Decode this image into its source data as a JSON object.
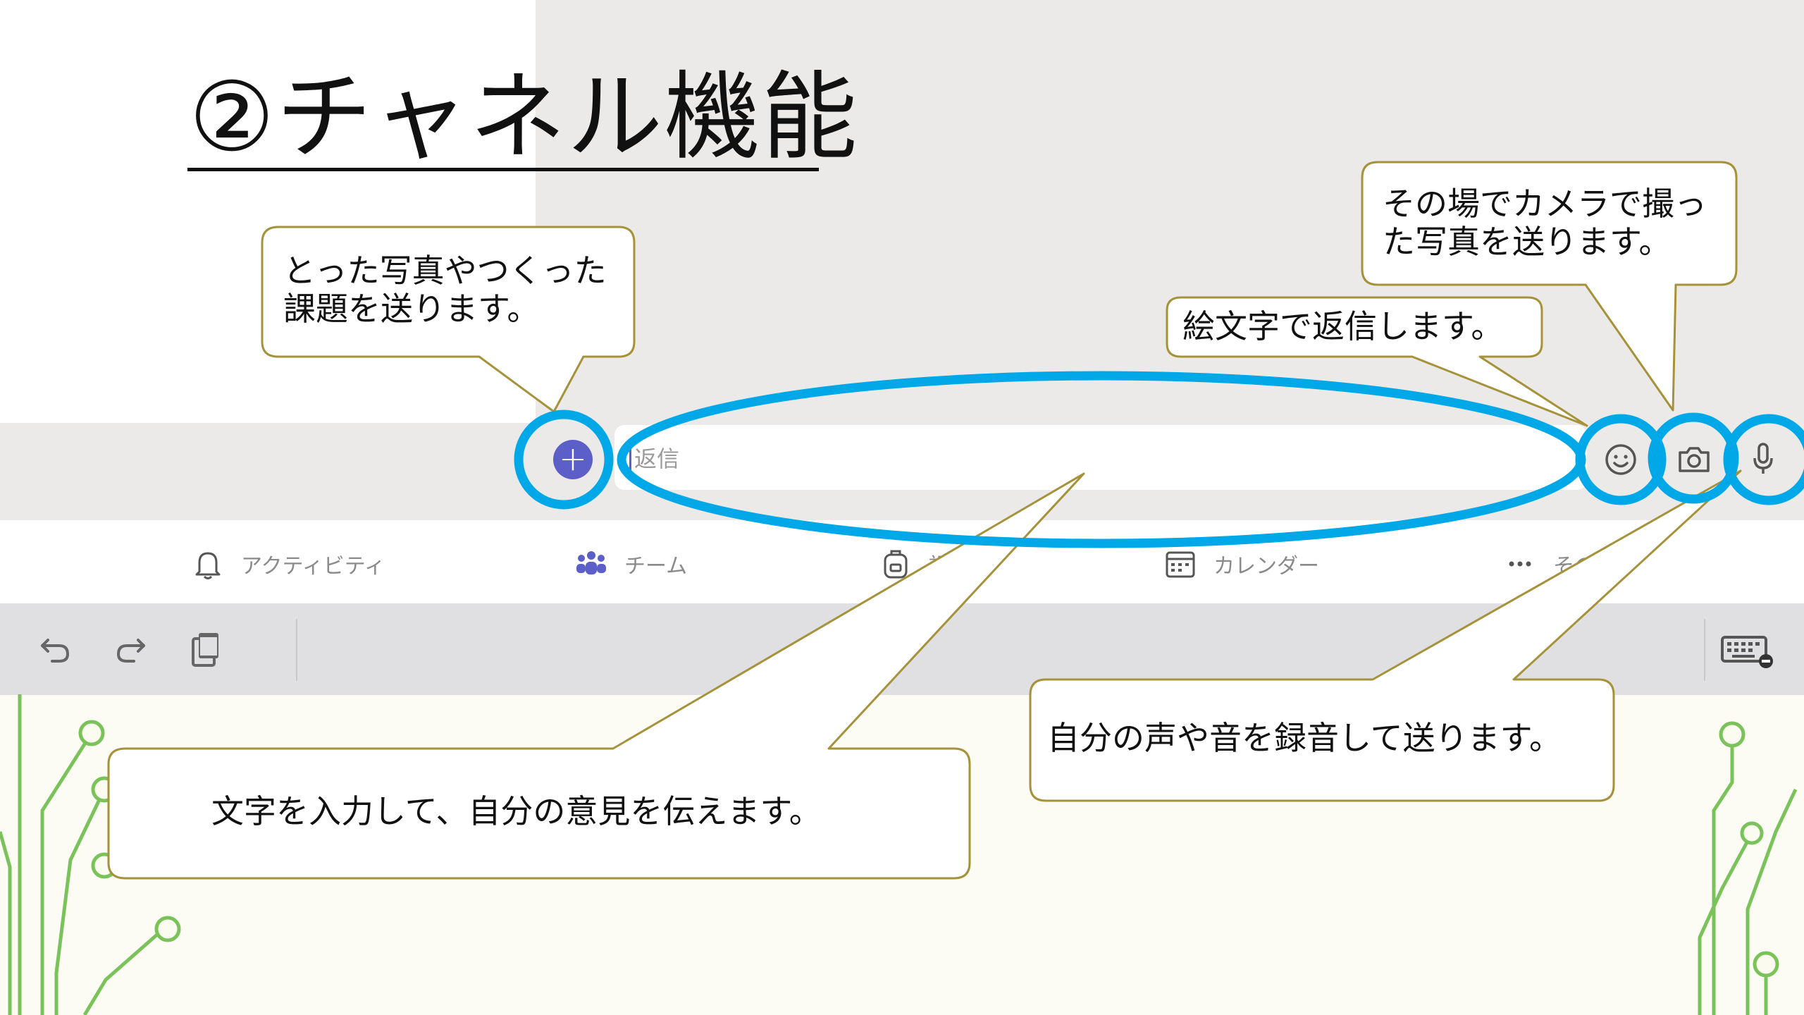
{
  "title": "②チャネル機能",
  "reply": {
    "placeholder": "返信"
  },
  "icons": {
    "add": "plus-circle-icon",
    "emoji": "smiley-icon",
    "camera": "camera-icon",
    "mic": "microphone-icon"
  },
  "nav": {
    "items": [
      {
        "label": "アクティビティ",
        "icon": "bell-icon"
      },
      {
        "label": "チーム",
        "icon": "team-icon"
      },
      {
        "label": "課",
        "icon": "backpack-icon"
      },
      {
        "label": "カレンダー",
        "icon": "calendar-icon"
      },
      {
        "label": "その他",
        "icon": "more-icon"
      }
    ]
  },
  "toolbar": {
    "undo": "undo-icon",
    "redo": "redo-icon",
    "clipboard": "clipboard-icon",
    "keyboard": "keyboard-icon"
  },
  "callouts": {
    "attach": "とった写真やつくった\n課題を送ります。",
    "camera": "その場でカメラで撮っ\nた写真を送ります。",
    "emoji": "絵文字で返信します。",
    "text": "文字を入力して、自分の意見を伝えます。",
    "voice": "自分の声や音を録音して送ります。"
  },
  "colors": {
    "highlight": "#00a8e8",
    "callout_border": "#a5923a",
    "teams_purple": "#5b5fc7",
    "circuit_green": "#7ac25a"
  }
}
